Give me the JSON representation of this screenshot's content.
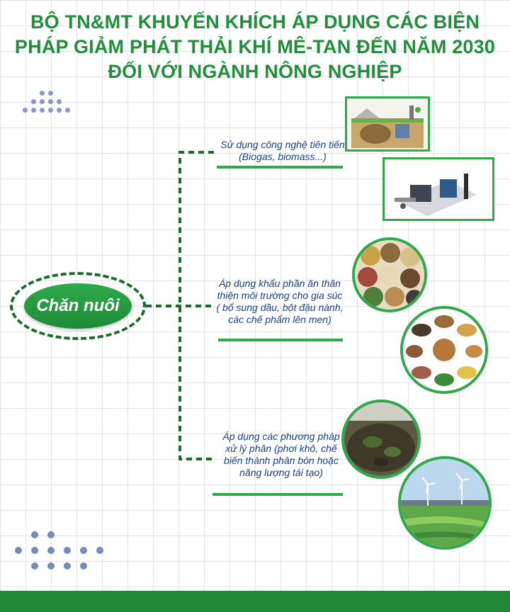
{
  "title": "BỘ TN&MT KHUYẾN KHÍCH ÁP DỤNG CÁC BIỆN PHÁP GIẢM PHÁT THẢI KHÍ MÊ-TAN ĐẾN NĂM 2030 ĐỐI VỚI NGÀNH NÔNG NGHIỆP",
  "center": {
    "label": "Chăn nuôi"
  },
  "branches": [
    {
      "label": "Sử dụng công nghệ tiên tiến (Biogas, biomass...)",
      "images": [
        "biogas-diagram",
        "biomass-plant"
      ]
    },
    {
      "label": "Áp dụng khẩu phần ăn thân thiện môi trường cho gia súc ( bổ sung dầu, bột đậu nành, các chế phẩm lên men)",
      "images": [
        "feed-grains",
        "animal-feed-ingredients"
      ]
    },
    {
      "label": "Áp dụng các phương pháp xử lý phân (phơi khô, chế biến thành phân bón hoặc năng lượng tái tạo)",
      "images": [
        "compost-manure",
        "wind-turbines-fields"
      ]
    }
  ],
  "colors": {
    "accent": "#2eaa4c",
    "dark_green": "#1a6b2c",
    "label_blue": "#1b3f8b",
    "dots": "#8a98c8"
  }
}
